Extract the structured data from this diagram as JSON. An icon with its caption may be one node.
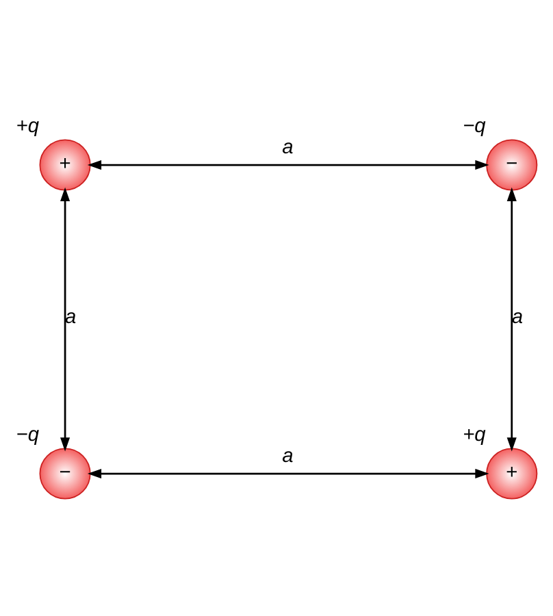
{
  "diagram": {
    "nodes": [
      {
        "text": [
          "+"
        ],
        "beside": [
          "+q"
        ]
      },
      {
        "text": [
          "−"
        ],
        "beside": [
          "−q"
        ]
      },
      {
        "text": [
          "−"
        ],
        "beside": [
          "−q"
        ]
      },
      {
        "text": [
          "+"
        ],
        "beside": [
          "+q"
        ]
      }
    ],
    "edges": [
      {
        "from": 0,
        "to": 1,
        "arrow": "both",
        "label": "a"
      },
      {
        "from": 0,
        "to": 2,
        "arrow": "both",
        "label": "a"
      },
      {
        "from": 1,
        "to": 3,
        "arrow": "both",
        "label": "a"
      },
      {
        "from": 2,
        "to": 3,
        "arrow": "both",
        "label": "a"
      }
    ]
  }
}
